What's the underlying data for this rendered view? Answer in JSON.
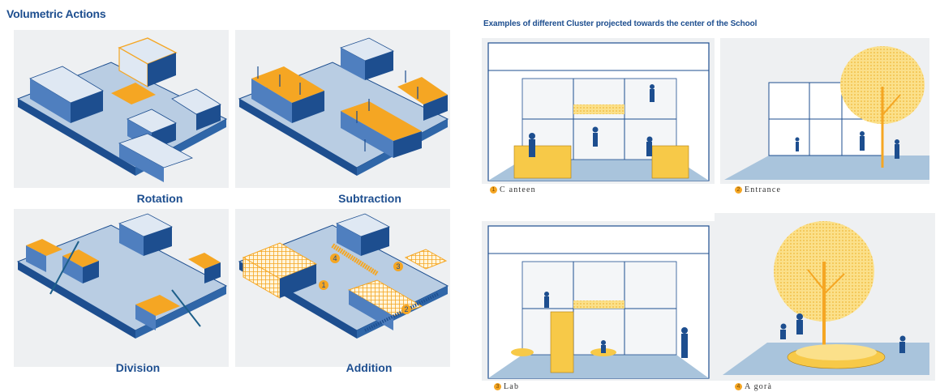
{
  "left_title": "Volumetric Actions",
  "right_title": "Examples of different Cluster projected towards the center of the School",
  "actions": [
    {
      "label": "Rotation"
    },
    {
      "label": "Subtraction"
    },
    {
      "label": "Division"
    },
    {
      "label": "Addition"
    }
  ],
  "scenes": [
    {
      "number": "1",
      "label": "C anteen"
    },
    {
      "number": "2",
      "label": "Entrance"
    },
    {
      "number": "3",
      "label": "Lab"
    },
    {
      "number": "4",
      "label": "A gorà"
    }
  ],
  "addition_markers": [
    "1",
    "2",
    "3",
    "4"
  ],
  "colors": {
    "navy": "#1d4e8f",
    "light_blue": "#b9cde3",
    "orange": "#f5a623",
    "panel_bg": "#eef0f2",
    "yellow": "#f7c948"
  }
}
